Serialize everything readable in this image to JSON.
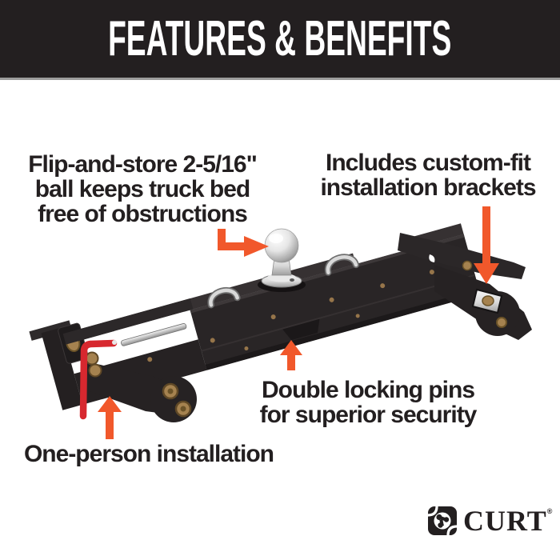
{
  "header": {
    "title": "FEATURES & BENEFITS"
  },
  "callouts": {
    "flip_ball": {
      "lines": [
        "Flip-and-store 2-5/16\"",
        "ball keeps truck bed",
        "free of obstructions"
      ]
    },
    "custom_brackets": {
      "lines": [
        "Includes custom-fit",
        "installation brackets"
      ]
    },
    "locking_pins": {
      "lines": [
        "Double locking pins",
        "for superior security"
      ]
    },
    "one_person": {
      "lines": [
        "One-person installation"
      ]
    }
  },
  "product": {
    "name": "gooseneck hitch kit",
    "parts": [
      "hitch-ball",
      "main-rail",
      "left-installation-bracket",
      "right-installation-bracket",
      "red-release-handle",
      "carry-handles",
      "locking-pin-housing"
    ]
  },
  "logo": {
    "brand": "CURT",
    "reg_mark": "®"
  },
  "colors": {
    "header_bg": "#231F20",
    "text": "#231F20",
    "arrow_orange": "#F1582B",
    "handle_red": "#D7282F",
    "product_black": "#282425",
    "brass": "#A5824F",
    "chrome_light": "#F2F2F2"
  }
}
